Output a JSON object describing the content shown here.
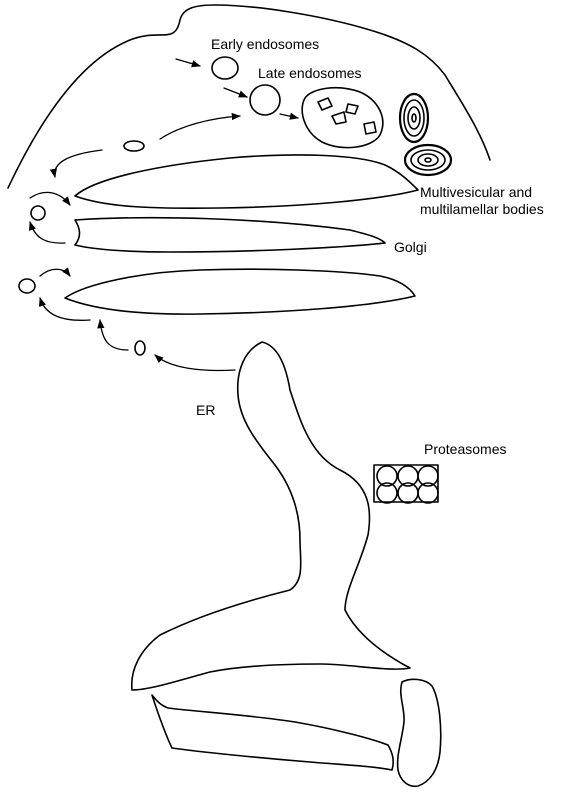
{
  "labels": {
    "early_endosomes": "Early endosomes",
    "late_endosomes": "Late endosomes",
    "multivesicular_line1": "Multivesicular and",
    "multivesicular_line2": "multilamellar bodies",
    "golgi": "Golgi",
    "er": "ER",
    "proteasomes": "Proteasomes"
  }
}
